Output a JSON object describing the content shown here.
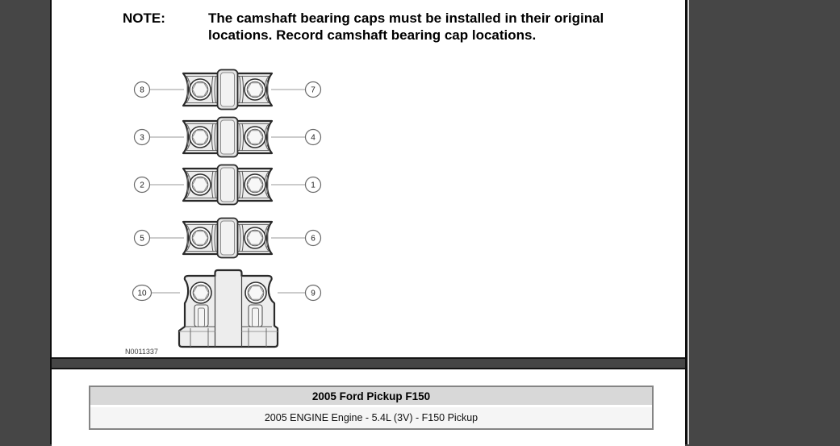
{
  "note": {
    "label": "NOTE:",
    "lines": [
      "The camshaft bearing caps must be installed in their original",
      "locations. Record camshaft bearing cap locations."
    ]
  },
  "figure": {
    "id_label": "N0011337",
    "description": "Camshaft bearing cap locations diagram",
    "rows": [
      {
        "left": "8",
        "right": "7"
      },
      {
        "left": "3",
        "right": "4"
      },
      {
        "left": "2",
        "right": "1"
      },
      {
        "left": "5",
        "right": "6"
      },
      {
        "left": "10",
        "right": "9"
      }
    ]
  },
  "footer": {
    "vehicle_title": "2005 Ford Pickup F150",
    "section_title": "2005 ENGINE Engine - 5.4L (3V) - F150 Pickup"
  },
  "colors": {
    "frame_bg": "#464646",
    "panel_bg": "#ffffff",
    "table_header_bg": "#d8d8d8",
    "table_row_bg": "#f5f5f5",
    "border_black": "#141414"
  }
}
